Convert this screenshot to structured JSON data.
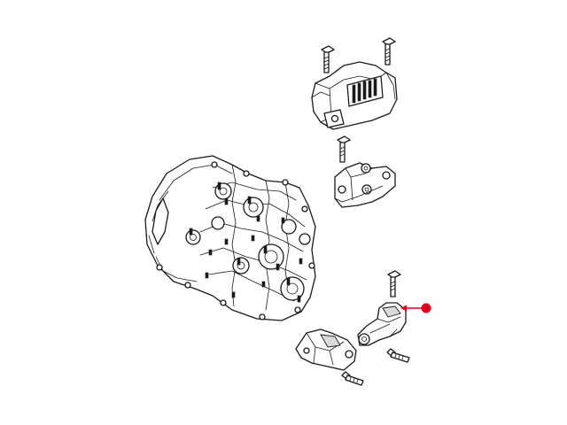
{
  "diagram": {
    "parts": [
      {
        "id": "gearbox",
        "icon": "transmission-housing"
      },
      {
        "id": "upper-mount",
        "icon": "engine-mount-bracket"
      },
      {
        "id": "upper-bracket",
        "icon": "mount-plate"
      },
      {
        "id": "lower-bracket",
        "icon": "lower-bracket"
      },
      {
        "id": "torque-rod",
        "icon": "torque-rod-mount"
      },
      {
        "id": "bolts",
        "icon": "bolt"
      }
    ],
    "callout": {
      "target": "torque-rod",
      "color": "#e0001b"
    }
  }
}
